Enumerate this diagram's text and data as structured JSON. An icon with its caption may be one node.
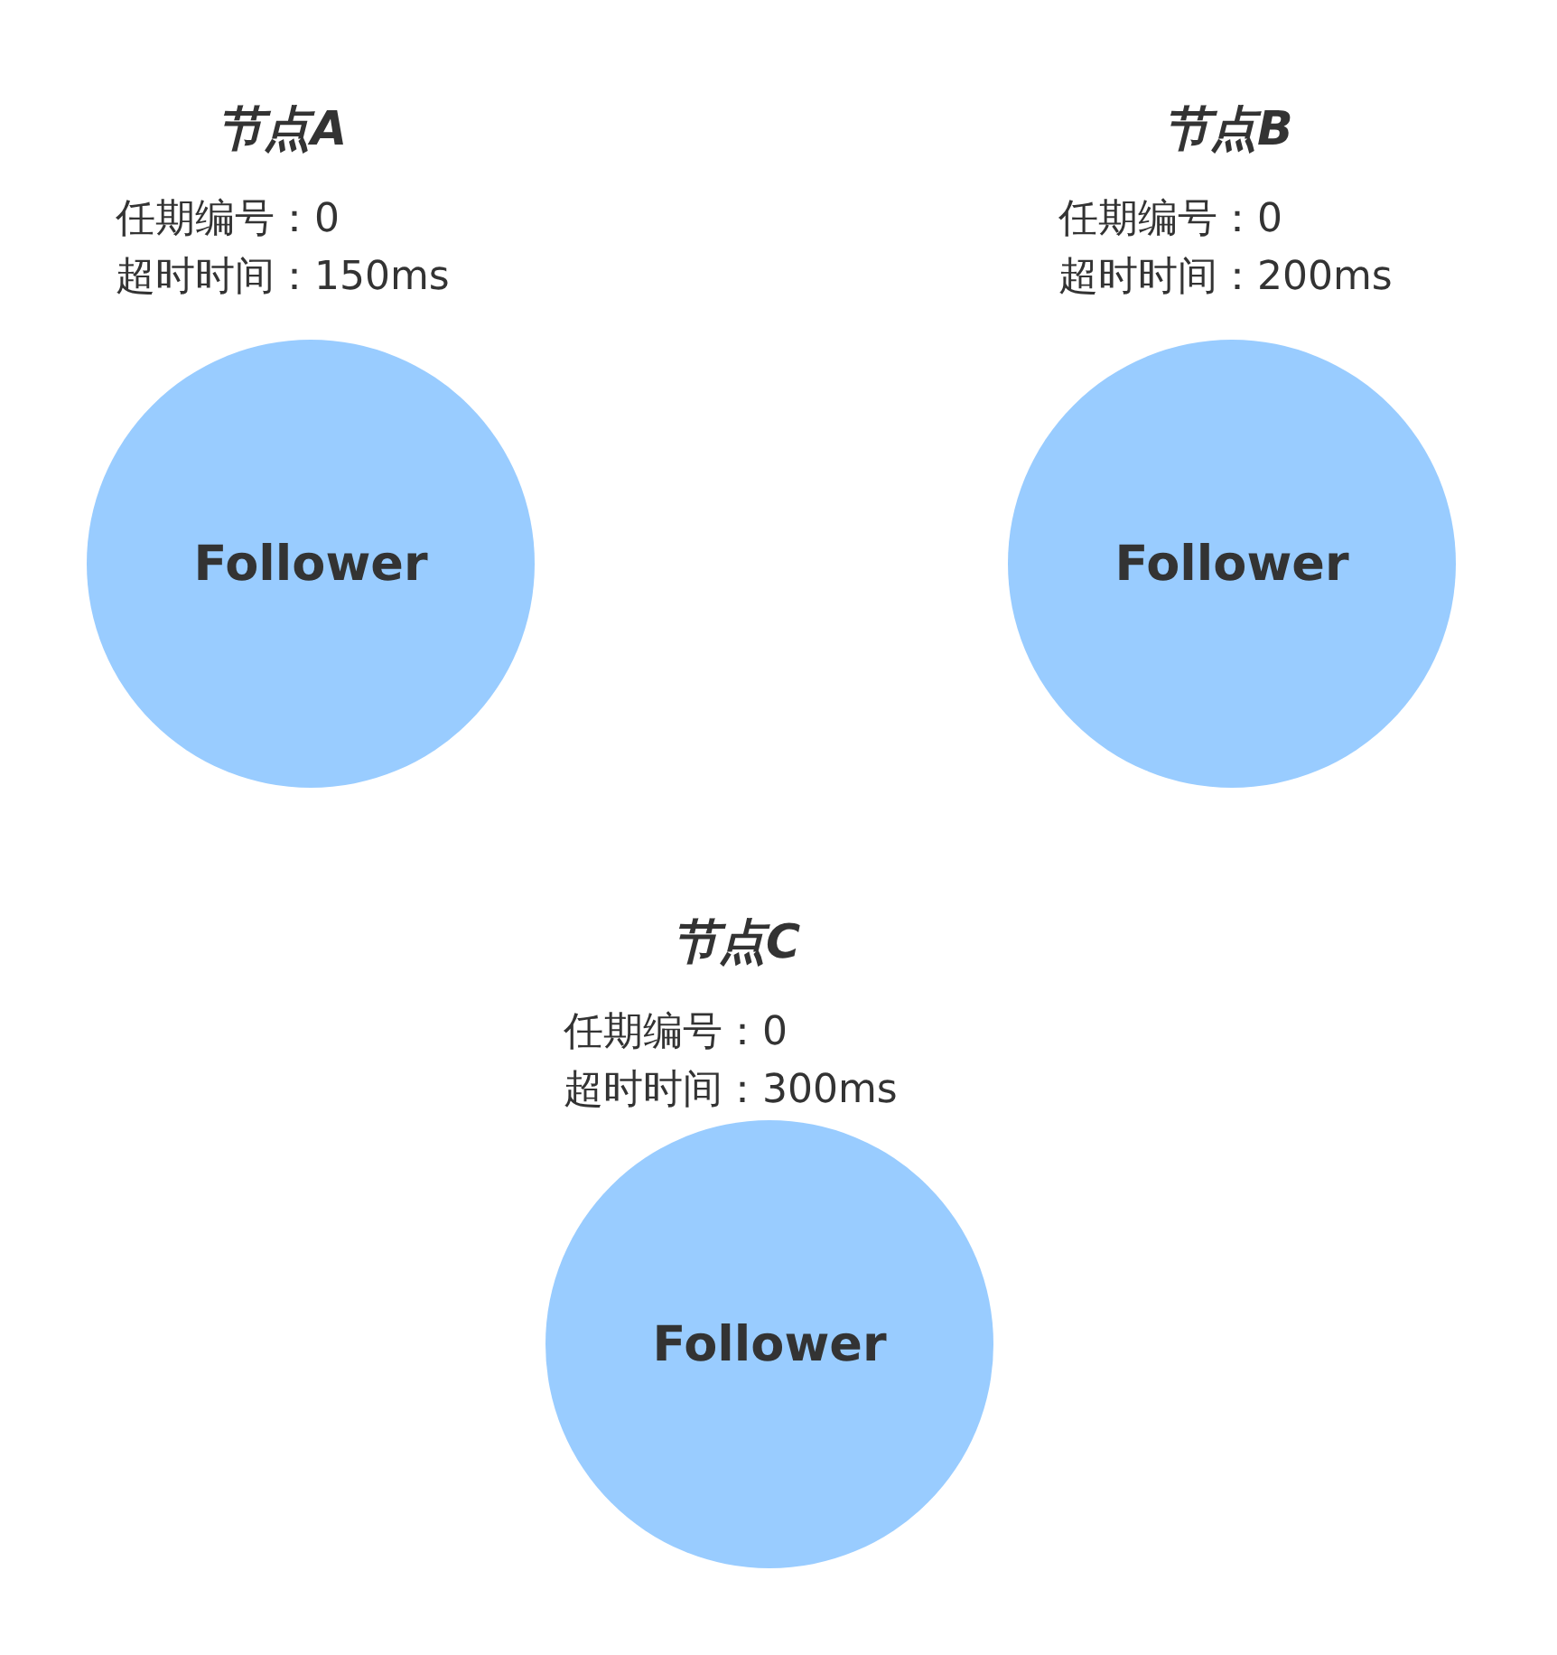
{
  "diagram": {
    "nodes": [
      {
        "text": [
          "Follower"
        ],
        "beside": [
          "节点A",
          "任期编号：0",
          "超时时间：150ms"
        ]
      },
      {
        "text": [
          "Follower"
        ],
        "beside": [
          "节点B",
          "任期编号：0",
          "超时时间：200ms"
        ]
      },
      {
        "text": [
          "Follower"
        ],
        "beside": [
          "节点C",
          "任期编号：0",
          "超时时间：300ms"
        ]
      }
    ],
    "edges": []
  }
}
